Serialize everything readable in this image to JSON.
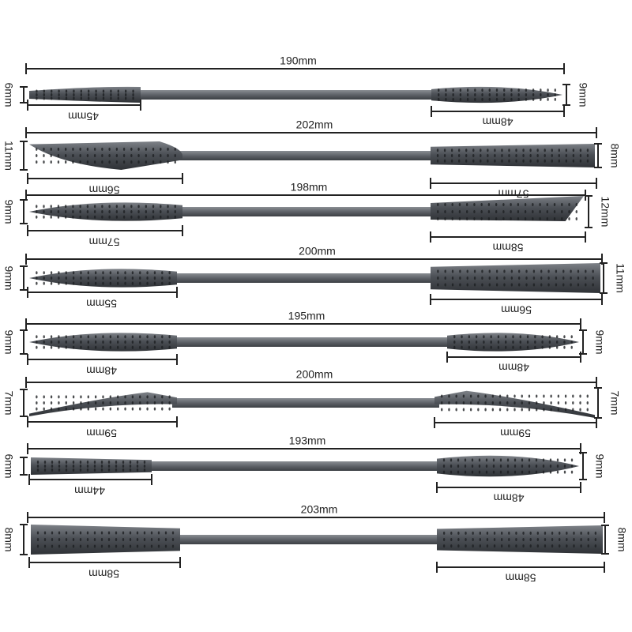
{
  "colors": {
    "steel_dark": "#3a3d42",
    "steel_mid": "#6b6f75",
    "steel_light": "#9a9ea3",
    "dimension_line": "#222222",
    "background": "#ffffff"
  },
  "rasps": [
    {
      "total": "190mm",
      "left_length": "45mm",
      "right_length": "48mm",
      "left_height": "6mm",
      "right_height": "9mm",
      "left_shape": "round-taper",
      "right_shape": "pointed"
    },
    {
      "total": "202mm",
      "left_length": "56mm",
      "right_length": "57mm",
      "left_height": "11mm",
      "right_height": "8mm",
      "left_shape": "knife",
      "right_shape": "flat-blunt"
    },
    {
      "total": "198mm",
      "left_length": "57mm",
      "right_length": "58mm",
      "left_height": "9mm",
      "right_height": "12mm",
      "left_shape": "pointed",
      "right_shape": "angled"
    },
    {
      "total": "200mm",
      "left_length": "55mm",
      "right_length": "56mm",
      "left_height": "9mm",
      "right_height": "11mm",
      "left_shape": "pointed",
      "right_shape": "flat-blunt"
    },
    {
      "total": "195mm",
      "left_length": "48mm",
      "right_length": "48mm",
      "left_height": "9mm",
      "right_height": "9mm",
      "left_shape": "pointed",
      "right_shape": "pointed"
    },
    {
      "total": "200mm",
      "left_length": "59mm",
      "right_length": "59mm",
      "left_height": "7mm",
      "right_height": "7mm",
      "left_shape": "curved",
      "right_shape": "curved"
    },
    {
      "total": "193mm",
      "left_length": "44mm",
      "right_length": "48mm",
      "left_height": "6mm",
      "right_height": "9mm",
      "left_shape": "round-blunt",
      "right_shape": "pointed"
    },
    {
      "total": "203mm",
      "left_length": "58mm",
      "right_length": "58mm",
      "left_height": "8mm",
      "right_height": "8mm",
      "left_shape": "flat-blunt",
      "right_shape": "flat-blunt"
    }
  ]
}
